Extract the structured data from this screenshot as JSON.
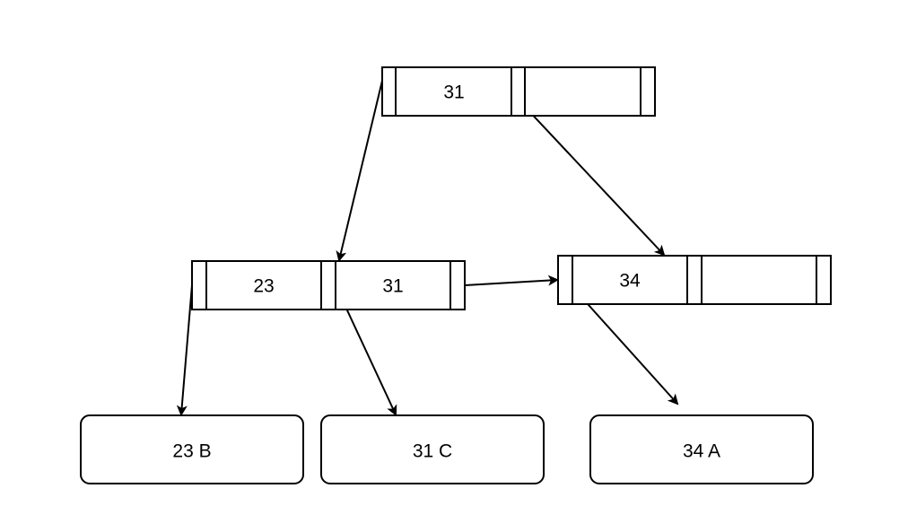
{
  "tree": {
    "root": {
      "keys": [
        "31",
        ""
      ]
    },
    "internal_left": {
      "keys": [
        "23",
        "31"
      ]
    },
    "internal_right": {
      "keys": [
        "34",
        ""
      ]
    },
    "leaves": [
      {
        "label": "23 B"
      },
      {
        "label": "31 C"
      },
      {
        "label": "34 A"
      }
    ]
  }
}
